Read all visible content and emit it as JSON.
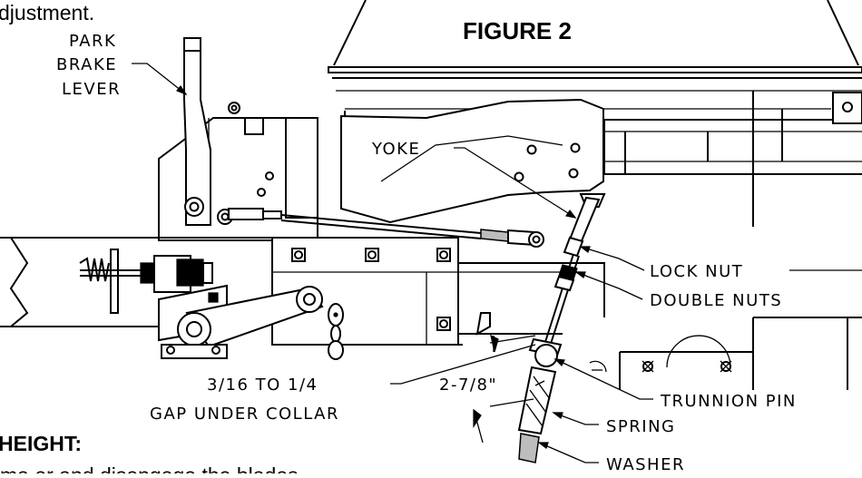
{
  "document": {
    "top_text_fragment": "djustment.",
    "heading_fragment": "HEIGHT:",
    "bottom_text_fragment": "ma    er and disengage the blades"
  },
  "figure": {
    "title": "FIGURE 2",
    "labels": {
      "park_brake_line1": "PARK",
      "park_brake_line2": "BRAKE",
      "park_brake_line3": "LEVER",
      "yoke": "YOKE",
      "lock_nut": "LOCK NUT",
      "double_nuts": "DOUBLE NUTS",
      "gap_line1": "3/16 TO 1/4",
      "gap_line2": "GAP UNDER COLLAR",
      "dimension": "2-7/8\"",
      "trunnion_pin": "TRUNNION PIN",
      "spring": "SPRING",
      "washer": "WASHER"
    }
  }
}
